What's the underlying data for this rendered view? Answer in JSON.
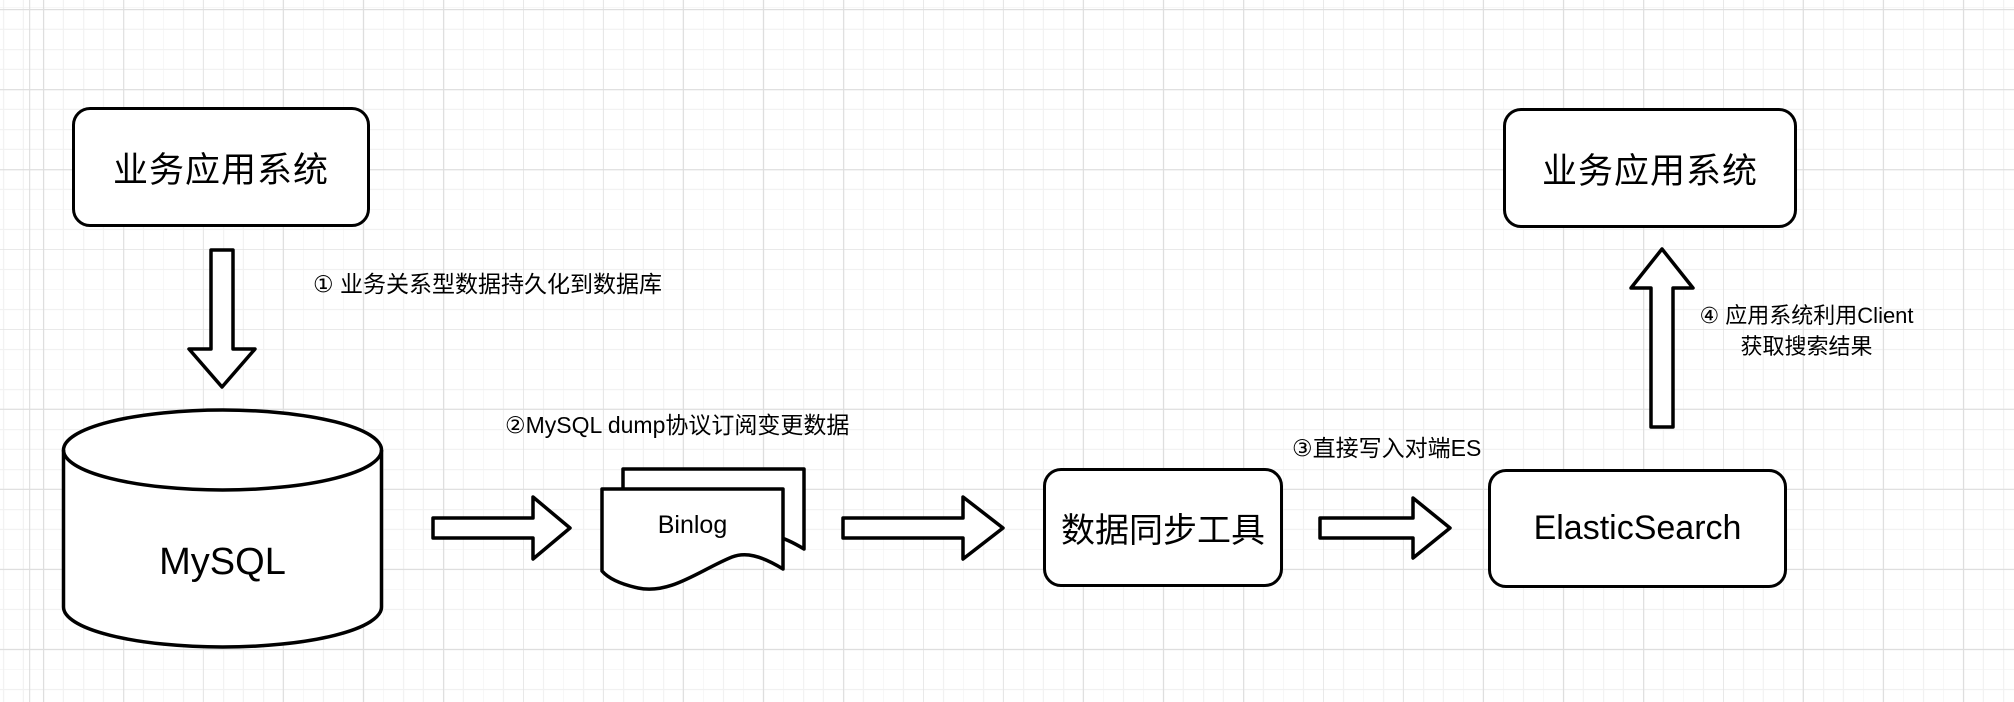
{
  "diagram": {
    "title_hint": "MySQL to ElasticSearch data sync flow",
    "colors": {
      "background": "#ffffff",
      "grid_minor": "#f1f1f1",
      "grid_major": "#dedede",
      "shape_stroke": "#000000",
      "shape_fill": "#ffffff",
      "text": "#000000"
    },
    "nodes": {
      "app_left": {
        "label": "业务应用系统",
        "shape": "rounded-rectangle"
      },
      "mysql": {
        "label": "MySQL",
        "shape": "cylinder"
      },
      "binlog": {
        "label": "Binlog",
        "shape": "stacked-documents"
      },
      "sync_tool": {
        "label": "数据同步工具",
        "shape": "rounded-rectangle"
      },
      "elasticsearch": {
        "label": "ElasticSearch",
        "shape": "rounded-rectangle"
      },
      "app_right": {
        "label": "业务应用系统",
        "shape": "rounded-rectangle"
      }
    },
    "annotations": {
      "step1": "① 业务关系型数据持久化到数据库",
      "step2": "②MySQL dump协议订阅变更数据",
      "step3": "③直接写入对端ES",
      "step4_line1": "④ 应用系统利用Client",
      "step4_line2": "获取搜索结果"
    },
    "arrows": [
      {
        "name": "app-left-to-mysql",
        "direction": "down"
      },
      {
        "name": "mysql-to-binlog",
        "direction": "right"
      },
      {
        "name": "binlog-to-sync-tool",
        "direction": "right"
      },
      {
        "name": "sync-tool-to-elasticsearch",
        "direction": "right"
      },
      {
        "name": "elasticsearch-to-app-right",
        "direction": "up"
      }
    ]
  }
}
